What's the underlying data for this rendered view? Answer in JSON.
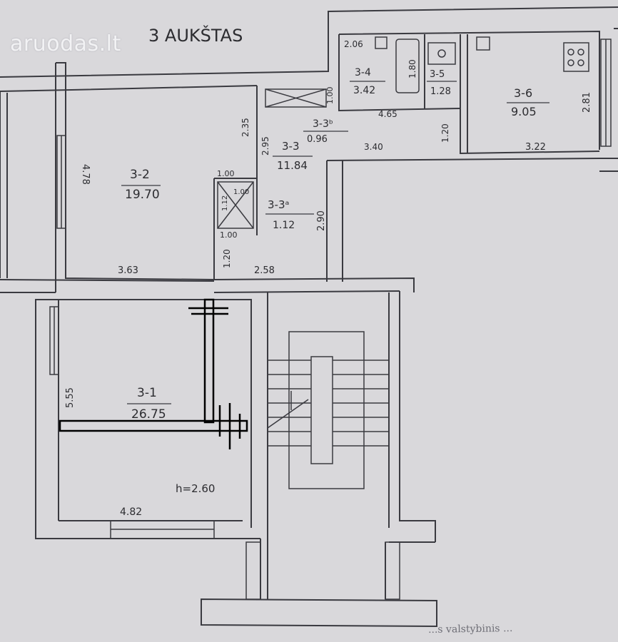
{
  "title": "3 AUKŠTAS",
  "watermark": {
    "text": "aruodas.lt"
  },
  "rooms": [
    {
      "id": "3-1",
      "area": "26.75"
    },
    {
      "id": "3-2",
      "area": "19.70"
    },
    {
      "id": "3-3",
      "area": "11.84"
    },
    {
      "id": "3-3a",
      "label": "3-3ᵃ",
      "area": "1.12"
    },
    {
      "id": "3-3b",
      "label": "3-3ᵇ",
      "area": "0.96"
    },
    {
      "id": "3-4",
      "area": "3.42"
    },
    {
      "id": "3-5",
      "area": "1.28"
    },
    {
      "id": "3-6",
      "area": "9.05"
    }
  ],
  "dimensions": [
    "2.06",
    "1.80",
    "1.00",
    "2.35",
    "2.95",
    "4.65",
    "3.40",
    "1.20",
    "3.22",
    "2.81",
    "4.78",
    "3.63",
    "1.00",
    "1.00",
    "1.12",
    "1.00",
    "1.20",
    "2.58",
    "2.90",
    "5.55",
    "4.82"
  ],
  "ceiling_height": "h=2.60",
  "footer": "...s valstybinis ...",
  "colors": {
    "paper": "#d9d8db",
    "ink": "#2c2c30",
    "overlay": "#000000"
  }
}
